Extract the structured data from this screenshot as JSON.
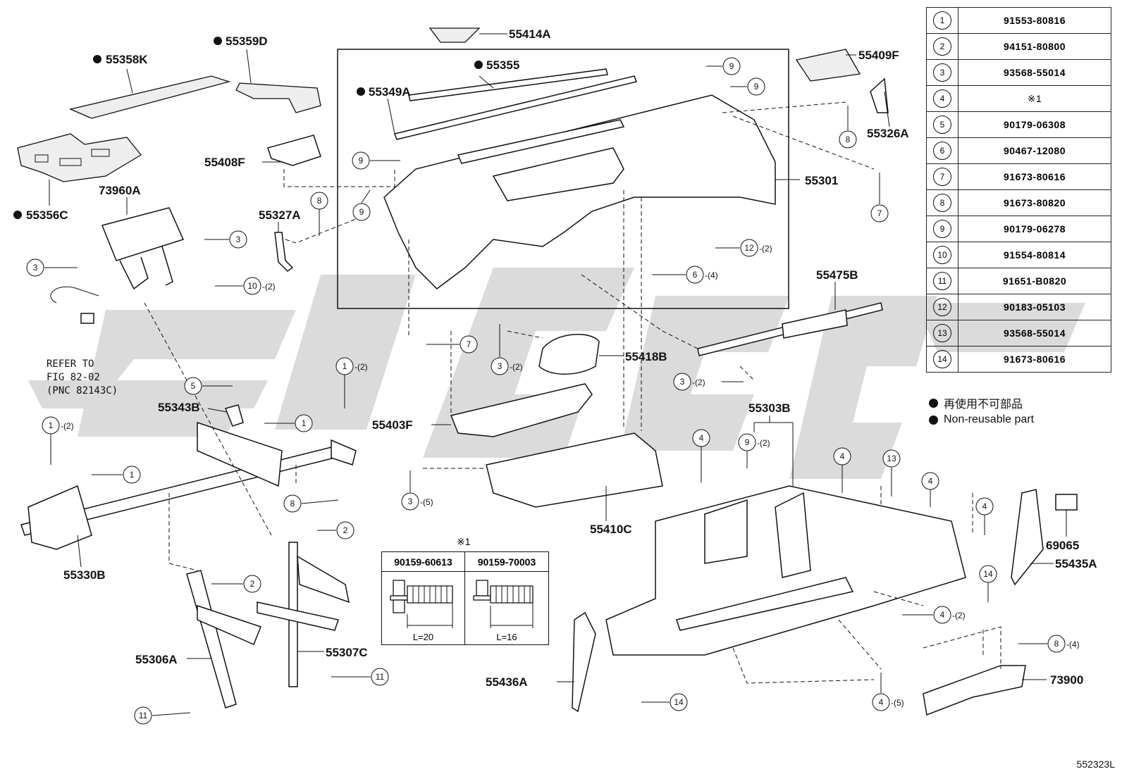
{
  "parts_table": [
    {
      "key": "1",
      "part_no": "91553-80816"
    },
    {
      "key": "2",
      "part_no": "94151-80800"
    },
    {
      "key": "3",
      "part_no": "93568-55014"
    },
    {
      "key": "4",
      "part_no": "※1"
    },
    {
      "key": "5",
      "part_no": "90179-06308"
    },
    {
      "key": "6",
      "part_no": "90467-12080"
    },
    {
      "key": "7",
      "part_no": "91673-80616"
    },
    {
      "key": "8",
      "part_no": "91673-80820"
    },
    {
      "key": "9",
      "part_no": "90179-06278"
    },
    {
      "key": "10",
      "part_no": "91554-80814"
    },
    {
      "key": "11",
      "part_no": "91651-B0820"
    },
    {
      "key": "12",
      "part_no": "90183-05103"
    },
    {
      "key": "13",
      "part_no": "93568-55014"
    },
    {
      "key": "14",
      "part_no": "91673-80616"
    }
  ],
  "legend": {
    "jp": "再使用不可部品",
    "en": "Non-reusable part"
  },
  "bolt_note": {
    "marker": "※1",
    "items": [
      {
        "part_no": "90159-60613",
        "length": "L=20"
      },
      {
        "part_no": "90159-70003",
        "length": "L=16"
      }
    ]
  },
  "reference": {
    "line1": "REFER TO",
    "line2": "FIG 82-02",
    "line3": "(PNC 82143C)"
  },
  "labels": {
    "p55414A": "55414A",
    "p55355": "55355",
    "p55349A": "55349A",
    "p55358K": "55358K",
    "p55359D": "55359D",
    "p55356C": "55356C",
    "p73960A": "73960A",
    "p55408F": "55408F",
    "p55327A": "55327A",
    "p55409F": "55409F",
    "p55326A": "55326A",
    "p55301": "55301",
    "p55475B": "55475B",
    "p55418B": "55418B",
    "p55403F": "55403F",
    "p55343B": "55343B",
    "p55410C": "55410C",
    "p55303B": "55303B",
    "p55330B": "55330B",
    "p55306A": "55306A",
    "p55307C": "55307C",
    "p55436A": "55436A",
    "p69065": "69065",
    "p55435A": "55435A",
    "p73900": "73900"
  },
  "qty": {
    "q2": "-(2)",
    "q4": "-(4)",
    "q5": "-(5)"
  },
  "figure_id": "552323L"
}
